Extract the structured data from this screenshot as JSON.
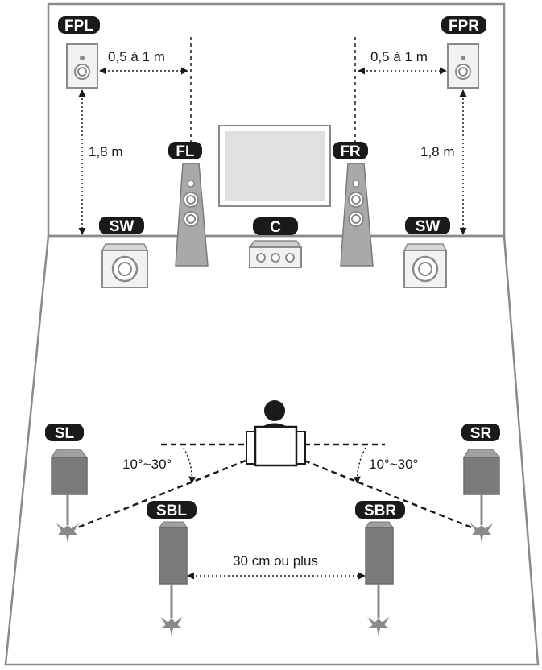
{
  "labels": {
    "fpl": "FPL",
    "fpr": "FPR",
    "fl": "FL",
    "fr": "FR",
    "c": "C",
    "sw_left": "SW",
    "sw_right": "SW",
    "sl": "SL",
    "sr": "SR",
    "sbl": "SBL",
    "sbr": "SBR"
  },
  "dimensions": {
    "presence_offset_left": "0,5 à 1 m",
    "presence_offset_right": "0,5 à 1 m",
    "presence_height_left": "1,8 m",
    "presence_height_right": "1,8 m",
    "surround_angle_left": "10°~30°",
    "surround_angle_right": "10°~30°",
    "back_spacing": "30 cm ou plus"
  },
  "colors": {
    "label_bg": "#1a1a1a",
    "label_text": "#ffffff",
    "line": "#1a1a1a",
    "wall": "#8a8a8a",
    "speaker_light": "#f2f2f2",
    "speaker_mid": "#a9a9a9",
    "speaker_dark": "#7b7b7b"
  },
  "icons": {
    "listener": "listener-in-armchair-icon",
    "tv": "tv-screen-icon",
    "stand_base": "speaker-stand-base-icon"
  }
}
